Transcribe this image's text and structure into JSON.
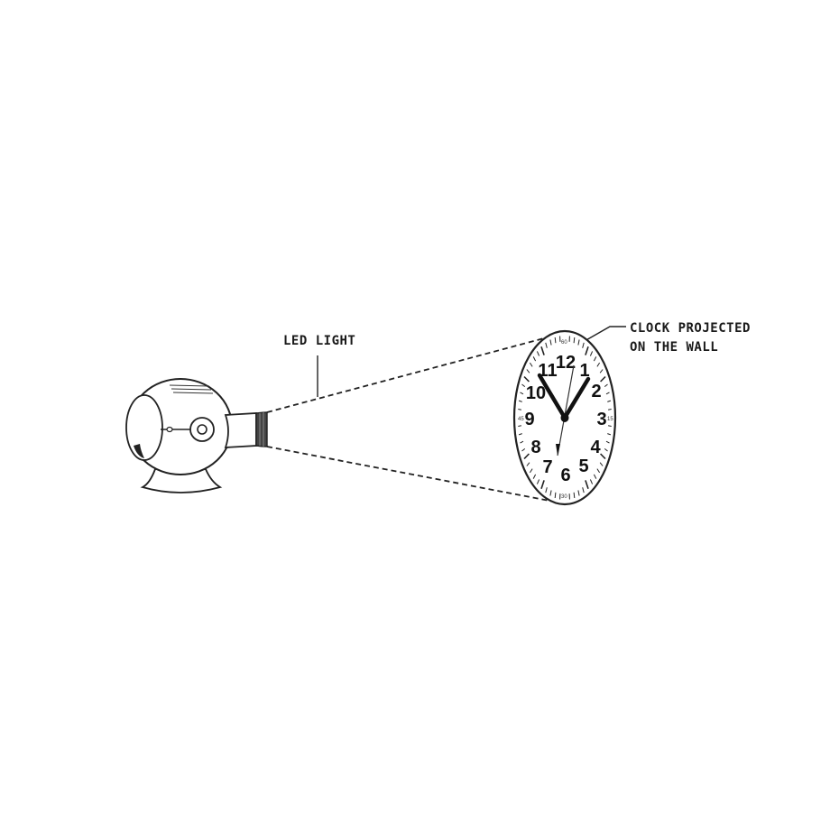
{
  "labels": {
    "led": "LED LIGHT",
    "clock_line1": "CLOCK PROJECTED",
    "clock_line2": "ON THE WALL"
  },
  "clock": {
    "numerals": [
      "12",
      "1",
      "2",
      "3",
      "4",
      "5",
      "6",
      "7",
      "8",
      "9",
      "10",
      "11"
    ],
    "minute_marks": [
      "60",
      "15",
      "30",
      "45"
    ]
  },
  "colors": {
    "ink": "#222222",
    "background": "#ffffff"
  }
}
